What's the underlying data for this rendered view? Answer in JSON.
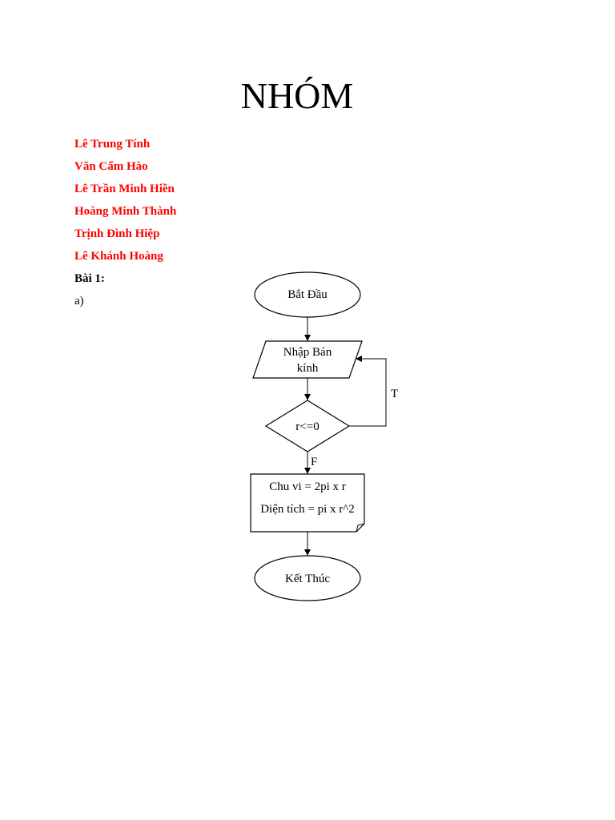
{
  "title": "NHÓM",
  "members": [
    "Lê Trung Tính",
    "Văn Cẩm Hào",
    "Lê Trần Minh Hiền",
    "Hoàng Minh Thành",
    "Trịnh Đình Hiệp",
    "Lê Khánh Hoàng"
  ],
  "exercise_label": "Bài 1:",
  "part_label": "a)",
  "flowchart": {
    "start": "Bắt Đầu",
    "input_line1": "Nhập Bán",
    "input_line2": "kính",
    "condition": "r<=0",
    "true_label": "T",
    "false_label": "F",
    "process_line1": "Chu vi = 2pi x r",
    "process_line2": "Diện tích = pi x r^2",
    "end": "Kết Thúc"
  },
  "colors": {
    "member_names": "#ff0000",
    "text": "#000000"
  }
}
